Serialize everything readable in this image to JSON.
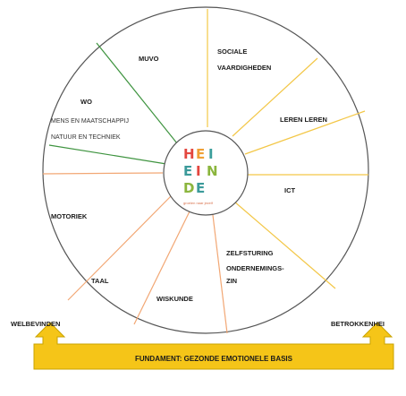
{
  "wheel": {
    "segments": {
      "muvo": "MUVO",
      "sociale": [
        "SOCIALE",
        "VAARDIGHEDEN"
      ],
      "leren": "LEREN LEREN",
      "ict": "ICT",
      "zelfsturing": [
        "ZELFSTURING",
        "ONDERNEMINGS-",
        "ZIN"
      ],
      "wiskunde": "WISKUNDE",
      "taal": "TAAL",
      "motoriek": "MOTORIEK",
      "wo": "WO",
      "wo_sub": [
        "MENS EN MAATSCHAPPIJ",
        "NATUUR EN TECHNIEK"
      ]
    },
    "line_colors": {
      "green": "#3f9440",
      "yellow": "#f3c747",
      "orange": "#f2a774"
    }
  },
  "logo": {
    "rows": [
      [
        {
          "char": "H",
          "color": "#e3473f"
        },
        {
          "char": "E",
          "color": "#f0a035"
        },
        {
          "char": "I",
          "color": "#3c9f9c"
        }
      ],
      [
        {
          "char": "E",
          "color": "#3b9a9a"
        },
        {
          "char": "I",
          "color": "#e3473f"
        },
        {
          "char": "N",
          "color": "#8bb53d"
        }
      ],
      [
        {
          "char": "D",
          "color": "#8bb53d"
        },
        {
          "char": "E",
          "color": "#3b9a9a"
        }
      ]
    ],
    "tagline": "groeien naar jezelf"
  },
  "base": {
    "left_label": "WELBEVINDEN",
    "right_label": "BETROKKENHEI",
    "fundament": "FUNDAMENT: GEZONDE EMOTIONELE BASIS",
    "fill_color": "#f5c518",
    "stroke_color": "#c9a300"
  }
}
